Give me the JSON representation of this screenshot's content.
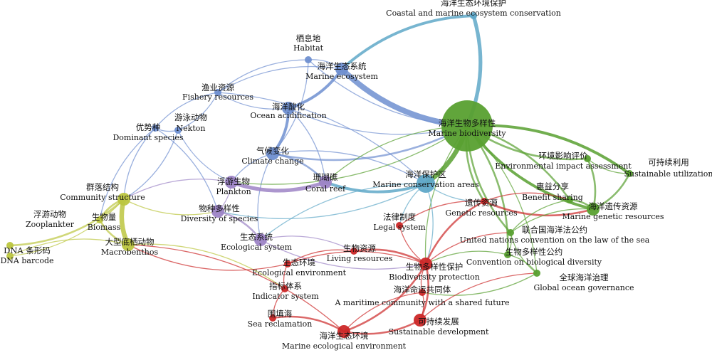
{
  "colors": {
    "blue": "#6f8fd0",
    "lightblue": "#5fa8c8",
    "purple": "#9d84c6",
    "yellowgreen": "#bcc640",
    "green": "#58a030",
    "red": "#cc2828",
    "orange": "#d99a5a"
  },
  "nodes": [
    {
      "id": "coastal",
      "zh": "海洋生态环境保护",
      "en": "Coastal and marine ecosystem conservation",
      "cluster": "lightblue",
      "weight": 1
    },
    {
      "id": "habitat",
      "zh": "栖息地",
      "en": "Habitat",
      "cluster": "blue",
      "weight": 1
    },
    {
      "id": "ecosystem",
      "zh": "海洋生态系统",
      "en": "Marine ecosystem",
      "cluster": "blue",
      "weight": 2
    },
    {
      "id": "fishery",
      "zh": "渔业资源",
      "en": "Fishery resources",
      "cluster": "blue",
      "weight": 1
    },
    {
      "id": "acid",
      "zh": "海洋酸化",
      "en": "Ocean acidification",
      "cluster": "blue",
      "weight": 2
    },
    {
      "id": "nekton",
      "zh": "游泳动物",
      "en": "Nekton",
      "cluster": "blue",
      "weight": 1
    },
    {
      "id": "dominant",
      "zh": "优势种",
      "en": "Dominant species",
      "cluster": "blue",
      "weight": 1
    },
    {
      "id": "climate",
      "zh": "气候变化",
      "en": "Climate change",
      "cluster": "blue",
      "weight": 2
    },
    {
      "id": "biodiversity",
      "zh": "海洋生物多样性",
      "en": "Marine biodiversity",
      "cluster": "green",
      "weight": 5
    },
    {
      "id": "eia",
      "zh": "环境影响评价",
      "en": "Environmental impact assessment",
      "cluster": "green",
      "weight": 1
    },
    {
      "id": "sustain_use",
      "zh": "可持续利用",
      "en": "Sustainable utilization",
      "cluster": "green",
      "weight": 1
    },
    {
      "id": "mpa",
      "zh": "海洋保护区",
      "en": "Marine conservation areas",
      "cluster": "lightblue",
      "weight": 3
    },
    {
      "id": "coral",
      "zh": "珊瑚礁",
      "en": "Coral reef",
      "cluster": "purple",
      "weight": 2
    },
    {
      "id": "plankton",
      "zh": "浮游生物",
      "en": "Plankton",
      "cluster": "purple",
      "weight": 2
    },
    {
      "id": "community",
      "zh": "群落结构",
      "en": "Community structure",
      "cluster": "yellowgreen",
      "weight": 2
    },
    {
      "id": "benefit",
      "zh": "惠益分享",
      "en": "Benefit sharing",
      "cluster": "green",
      "weight": 1
    },
    {
      "id": "genetic",
      "zh": "遗传资源",
      "en": "Genetic resources",
      "cluster": "red",
      "weight": 1
    },
    {
      "id": "mgr",
      "zh": "海洋遗传资源",
      "en": "Marine genetic resources",
      "cluster": "green",
      "weight": 2
    },
    {
      "id": "zooplankter",
      "zh": "浮游动物",
      "en": "Zooplankter",
      "cluster": "yellowgreen",
      "weight": 1
    },
    {
      "id": "biomass",
      "zh": "生物量",
      "en": "Biomass",
      "cluster": "yellowgreen",
      "weight": 1
    },
    {
      "id": "speciesdiv",
      "zh": "物种多样性",
      "en": "Diversity of species",
      "cluster": "purple",
      "weight": 2
    },
    {
      "id": "legal",
      "zh": "法律制度",
      "en": "Legal system",
      "cluster": "red",
      "weight": 1
    },
    {
      "id": "unclos",
      "zh": "联合国海洋法公约",
      "en": "United nations convention on the law of the sea",
      "cluster": "green",
      "weight": 1
    },
    {
      "id": "ecosys",
      "zh": "生态系统",
      "en": "Ecological system",
      "cluster": "purple",
      "weight": 2
    },
    {
      "id": "dna",
      "zh": "DNA 条形码",
      "en": "DNA barcode",
      "cluster": "yellowgreen",
      "weight": 1
    },
    {
      "id": "macro",
      "zh": "大型底栖动物",
      "en": "Macrobenthos",
      "cluster": "yellowgreen",
      "weight": 2
    },
    {
      "id": "living",
      "zh": "生物资源",
      "en": "Living resources",
      "cluster": "red",
      "weight": 1
    },
    {
      "id": "cbd",
      "zh": "生物多样性公约",
      "en": "Convention on biological diversity",
      "cluster": "green",
      "weight": 1
    },
    {
      "id": "ecoenv",
      "zh": "生态环境",
      "en": "Ecological environment",
      "cluster": "red",
      "weight": 1
    },
    {
      "id": "bioprot",
      "zh": "生物多样性保护",
      "en": "Biodiversity protection",
      "cluster": "red",
      "weight": 2
    },
    {
      "id": "governance",
      "zh": "全球海洋治理",
      "en": "Global ocean governance",
      "cluster": "green",
      "weight": 1
    },
    {
      "id": "indicator",
      "zh": "指标体系",
      "en": "Indicator system",
      "cluster": "red",
      "weight": 1
    },
    {
      "id": "community_future",
      "zh": "海洋命运共同体",
      "en": "A maritime community with a shared future",
      "cluster": "red",
      "weight": 1
    },
    {
      "id": "reclaim",
      "zh": "围填海",
      "en": "Sea reclamation",
      "cluster": "red",
      "weight": 1
    },
    {
      "id": "sustdev",
      "zh": "可持续发展",
      "en": "Sustainable development",
      "cluster": "red",
      "weight": 2
    },
    {
      "id": "mee",
      "zh": "海洋生态环境",
      "en": "Marine ecological environment",
      "cluster": "red",
      "weight": 2
    }
  ],
  "links": [
    {
      "s": "coastal",
      "t": "ecosystem",
      "w": 3
    },
    {
      "s": "coastal",
      "t": "biodiversity",
      "w": 4
    },
    {
      "s": "ecosystem",
      "t": "biodiversity",
      "w": 6
    },
    {
      "s": "habitat",
      "t": "ecosystem",
      "w": 1
    },
    {
      "s": "habitat",
      "t": "fishery",
      "w": 1
    },
    {
      "s": "habitat",
      "t": "climate",
      "w": 1
    },
    {
      "s": "habitat",
      "t": "biodiversity",
      "w": 1
    },
    {
      "s": "fishery",
      "t": "ecosystem",
      "w": 1
    },
    {
      "s": "fishery",
      "t": "acid",
      "w": 1
    },
    {
      "s": "fishery",
      "t": "nekton",
      "w": 1
    },
    {
      "s": "fishery",
      "t": "dominant",
      "w": 1
    },
    {
      "s": "fishery",
      "t": "mpa",
      "w": 1
    },
    {
      "s": "acid",
      "t": "ecosystem",
      "w": 3
    },
    {
      "s": "acid",
      "t": "climate",
      "w": 3
    },
    {
      "s": "acid",
      "t": "biodiversity",
      "w": 1
    },
    {
      "s": "acid",
      "t": "coral",
      "w": 1
    },
    {
      "s": "climate",
      "t": "biodiversity",
      "w": 2
    },
    {
      "s": "climate",
      "t": "coral",
      "w": 2
    },
    {
      "s": "climate",
      "t": "plankton",
      "w": 1
    },
    {
      "s": "climate",
      "t": "mpa",
      "w": 1
    },
    {
      "s": "climate",
      "t": "ecosys",
      "w": 1
    },
    {
      "s": "nekton",
      "t": "dominant",
      "w": 1
    },
    {
      "s": "nekton",
      "t": "plankton",
      "w": 1
    },
    {
      "s": "nekton",
      "t": "community",
      "w": 1
    },
    {
      "s": "dominant",
      "t": "community",
      "w": 1
    },
    {
      "s": "dominant",
      "t": "speciesdiv",
      "w": 1
    },
    {
      "s": "dominant",
      "t": "biomass",
      "w": 1
    },
    {
      "s": "biodiversity",
      "t": "mpa",
      "w": 5
    },
    {
      "s": "biodiversity",
      "t": "eia",
      "w": 2
    },
    {
      "s": "biodiversity",
      "t": "sustain_use",
      "w": 3
    },
    {
      "s": "biodiversity",
      "t": "mgr",
      "w": 3
    },
    {
      "s": "biodiversity",
      "t": "benefit",
      "w": 2
    },
    {
      "s": "biodiversity",
      "t": "unclos",
      "w": 2
    },
    {
      "s": "biodiversity",
      "t": "cbd",
      "w": 2
    },
    {
      "s": "biodiversity",
      "t": "genetic",
      "w": 2
    },
    {
      "s": "biodiversity",
      "t": "governance",
      "w": 1
    },
    {
      "s": "biodiversity",
      "t": "coral",
      "w": 1
    },
    {
      "s": "biodiversity",
      "t": "plankton",
      "w": 1
    },
    {
      "s": "biodiversity",
      "t": "bioprot",
      "w": 1
    },
    {
      "s": "mpa",
      "t": "coral",
      "w": 3
    },
    {
      "s": "mpa",
      "t": "legal",
      "w": 1
    },
    {
      "s": "mpa",
      "t": "speciesdiv",
      "w": 1
    },
    {
      "s": "mpa",
      "t": "ecosys",
      "w": 1
    },
    {
      "s": "mpa",
      "t": "bioprot",
      "w": 1
    },
    {
      "s": "mpa",
      "t": "genetic",
      "w": 1
    },
    {
      "s": "coral",
      "t": "plankton",
      "w": 4
    },
    {
      "s": "plankton",
      "t": "community",
      "w": 1
    },
    {
      "s": "plankton",
      "t": "speciesdiv",
      "w": 1
    },
    {
      "s": "community",
      "t": "macro",
      "w": 5
    },
    {
      "s": "community",
      "t": "zooplankter",
      "w": 2
    },
    {
      "s": "community",
      "t": "biomass",
      "w": 2
    },
    {
      "s": "community",
      "t": "dna",
      "w": 1
    },
    {
      "s": "community",
      "t": "speciesdiv",
      "w": 1
    },
    {
      "s": "macro",
      "t": "biomass",
      "w": 2
    },
    {
      "s": "macro",
      "t": "dna",
      "w": 1
    },
    {
      "s": "macro",
      "t": "indicator",
      "w": 1
    },
    {
      "s": "zooplankter",
      "t": "dna",
      "w": 1
    },
    {
      "s": "speciesdiv",
      "t": "ecosys",
      "w": 2
    },
    {
      "s": "ecosys",
      "t": "bioprot",
      "w": 1
    },
    {
      "s": "ecosys",
      "t": "living",
      "w": 1
    },
    {
      "s": "legal",
      "t": "bioprot",
      "w": 1
    },
    {
      "s": "legal",
      "t": "genetic",
      "w": 1
    },
    {
      "s": "genetic",
      "t": "mgr",
      "w": 2
    },
    {
      "s": "genetic",
      "t": "benefit",
      "w": 1
    },
    {
      "s": "genetic",
      "t": "bioprot",
      "w": 2
    },
    {
      "s": "benefit",
      "t": "mgr",
      "w": 2
    },
    {
      "s": "benefit",
      "t": "unclos",
      "w": 1
    },
    {
      "s": "eia",
      "t": "mgr",
      "w": 2
    },
    {
      "s": "eia",
      "t": "sustain_use",
      "w": 1
    },
    {
      "s": "sustain_use",
      "t": "mgr",
      "w": 2
    },
    {
      "s": "mgr",
      "t": "unclos",
      "w": 1
    },
    {
      "s": "unclos",
      "t": "cbd",
      "w": 1
    },
    {
      "s": "unclos",
      "t": "governance",
      "w": 1
    },
    {
      "s": "cbd",
      "t": "governance",
      "w": 1
    },
    {
      "s": "cbd",
      "t": "bioprot",
      "w": 1
    },
    {
      "s": "governance",
      "t": "community_future",
      "w": 1
    },
    {
      "s": "bioprot",
      "t": "living",
      "w": 2
    },
    {
      "s": "bioprot",
      "t": "sustdev",
      "w": 2
    },
    {
      "s": "bioprot",
      "t": "community_future",
      "w": 1
    },
    {
      "s": "bioprot",
      "t": "mee",
      "w": 2
    },
    {
      "s": "bioprot",
      "t": "ecoenv",
      "w": 1
    },
    {
      "s": "bioprot",
      "t": "unclos",
      "w": 1
    },
    {
      "s": "ecoenv",
      "t": "indicator",
      "w": 1
    },
    {
      "s": "ecoenv",
      "t": "living",
      "w": 1
    },
    {
      "s": "indicator",
      "t": "reclaim",
      "w": 1
    },
    {
      "s": "reclaim",
      "t": "mee",
      "w": 2
    },
    {
      "s": "mee",
      "t": "sustdev",
      "w": 2
    },
    {
      "s": "mee",
      "t": "community_future",
      "w": 1
    },
    {
      "s": "sustdev",
      "t": "community_future",
      "w": 1
    },
    {
      "s": "sustdev",
      "t": "governance",
      "w": 1
    },
    {
      "s": "mee",
      "t": "macro",
      "w": 1
    },
    {
      "s": "ecoenv",
      "t": "macro",
      "w": 1
    }
  ]
}
